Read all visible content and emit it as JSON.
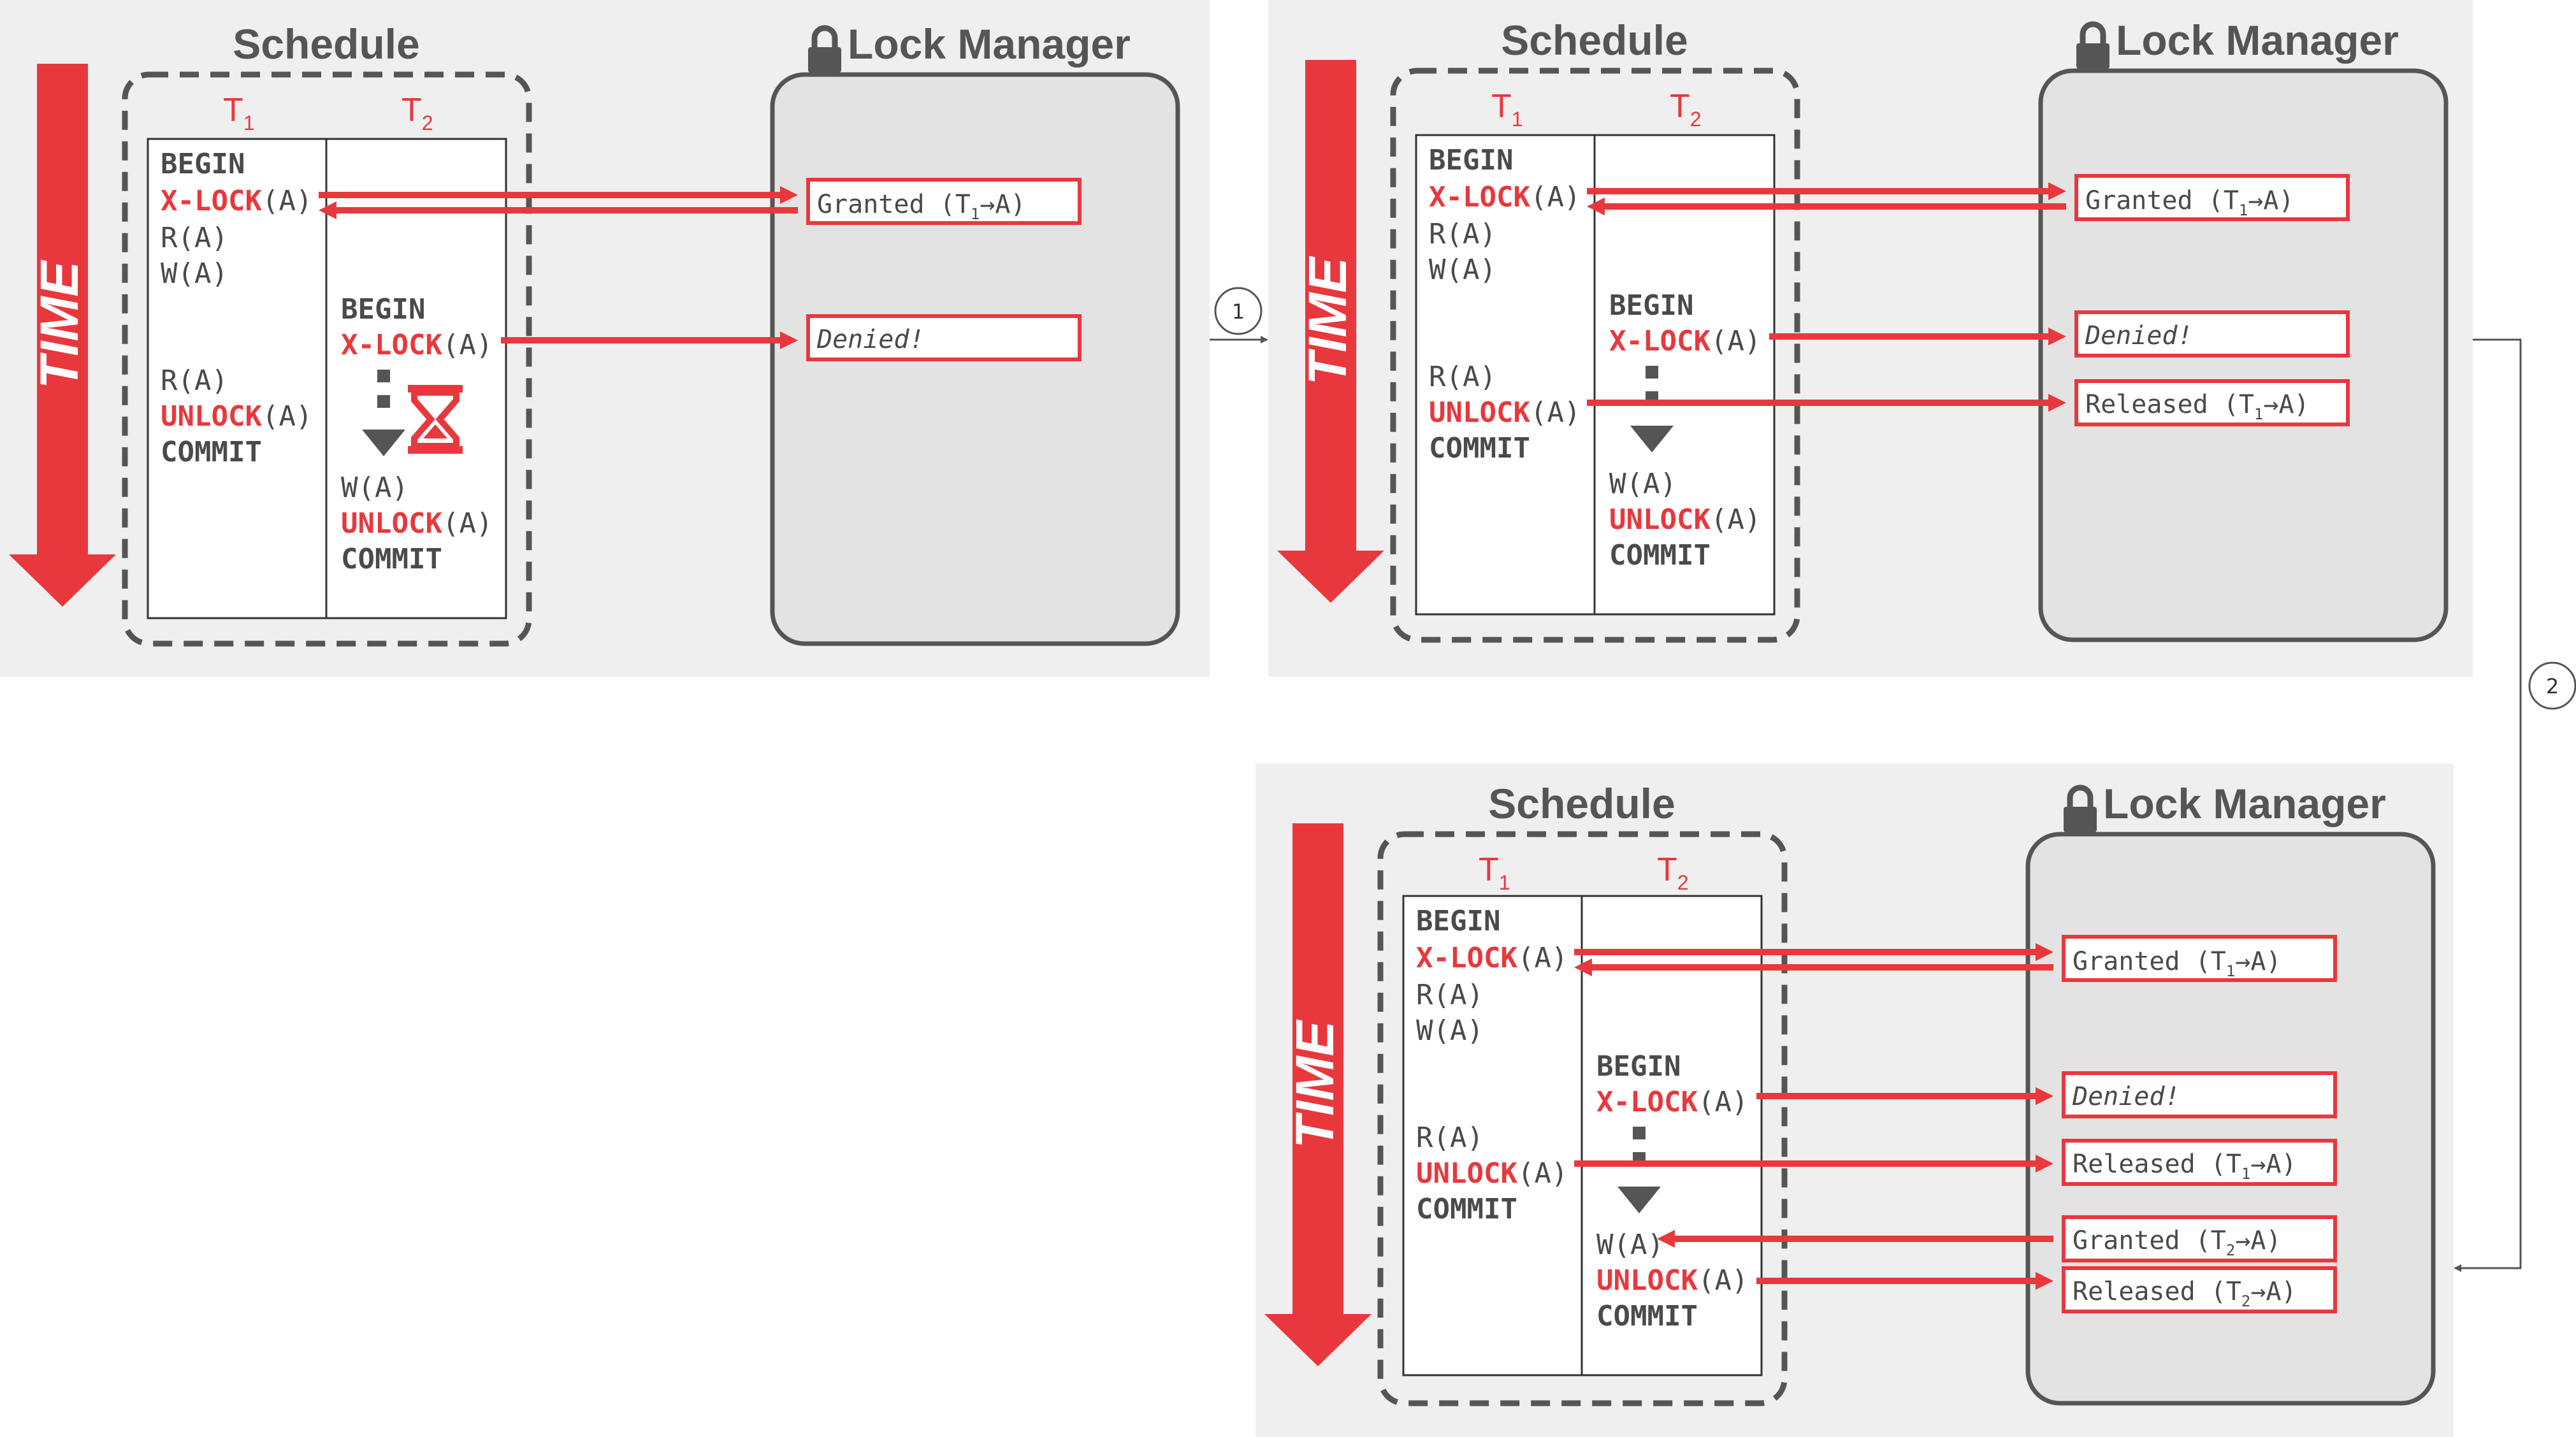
{
  "headings": {
    "schedule": "Schedule",
    "lock_manager": "Lock Manager",
    "time": "TIME"
  },
  "transactions": {
    "t1": "T",
    "t1_sub": "1",
    "t2": "T",
    "t2_sub": "2"
  },
  "ops": {
    "begin": "BEGIN",
    "xlock_kw": "X-LOCK",
    "xlock_arg": "(A)",
    "read": "R(A)",
    "write": "W(A)",
    "unlock_kw": "UNLOCK",
    "unlock_arg": "(A)",
    "commit": "COMMIT"
  },
  "responses": {
    "granted_t1": {
      "pre": "Granted (T",
      "sub": "1",
      "post": "→A)"
    },
    "denied": "Denied!",
    "released_t1": {
      "pre": "Released (T",
      "sub": "1",
      "post": "→A)"
    },
    "granted_t2": {
      "pre": "Granted (T",
      "sub": "2",
      "post": "→A)"
    },
    "released_t2": {
      "pre": "Released (T",
      "sub": "2",
      "post": "→A)"
    }
  },
  "steps": [
    "1",
    "2"
  ],
  "colors": {
    "accent": "#e8383d",
    "text": "#4a4a4a",
    "panel": "#efefef",
    "box": "#e3e3e3",
    "border": "#555555"
  }
}
